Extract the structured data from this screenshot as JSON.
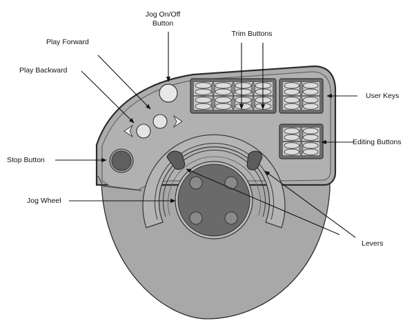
{
  "diagram": {
    "subject": "Jog/shuttle editing controller",
    "colors": {
      "body": "#a9a9a9",
      "body_outline": "#2b2b2b",
      "panel": "#b0b0b0",
      "dark_control": "#5f5f5f",
      "light_button": "#e6e6e6",
      "key_face": "#dcdcdc",
      "key_frame": "#6e6e6e",
      "label_text": "#111111"
    },
    "labels": {
      "jog_on_off_line1": "Jog On/Off",
      "jog_on_off_line2": "Button",
      "play_forward": "Play Forward",
      "play_backward": "Play Backward",
      "stop_button": "Stop Button",
      "jog_wheel": "Jog Wheel",
      "trim_buttons": "Trim Buttons",
      "user_keys": "User Keys",
      "editing_buttons": "Editing Buttons",
      "levers": "Levers"
    },
    "key_groups": [
      {
        "name": "trim-buttons",
        "rows": 2,
        "cols": 4
      },
      {
        "name": "user-keys",
        "rows": 2,
        "cols": 2
      },
      {
        "name": "editing-buttons",
        "rows": 2,
        "cols": 2
      }
    ],
    "jog_wheel_dimples": 4
  }
}
